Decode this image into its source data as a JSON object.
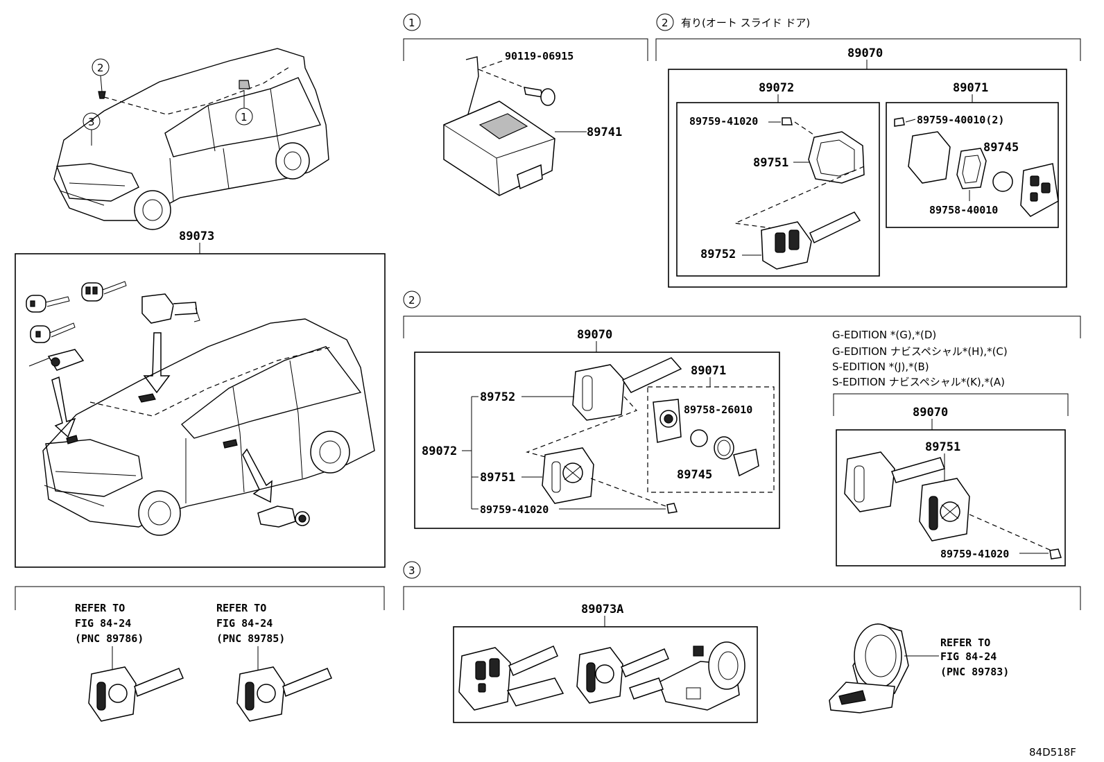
{
  "figure_code": "84D518F",
  "refs": {
    "r1": "1",
    "r2": "2",
    "r3": "3"
  },
  "header_right": "有り(オート スライド ドア)",
  "parts": {
    "p89073": "89073",
    "p90119": "90119-06915",
    "p89741": "89741",
    "top_89070": "89070",
    "top_89072": "89072",
    "top_89071": "89071",
    "top_89759a": "89759-41020",
    "top_89751": "89751",
    "top_89752": "89752",
    "top_89759b": "89759-40010(2)",
    "top_89745": "89745",
    "top_89758": "89758-40010",
    "mid_89070": "89070",
    "mid_89071": "89071",
    "mid_89752": "89752",
    "mid_89072": "89072",
    "mid_89751": "89751",
    "mid_89759": "89759-41020",
    "mid_89758": "89758-26010",
    "mid_89745": "89745",
    "right_89070": "89070",
    "right_89751": "89751",
    "right_89759": "89759-41020",
    "p89073A": "89073A"
  },
  "editions": [
    "G-EDITION *(G),*(D)",
    "G-EDITION ナビスペシャル*(H),*(C)",
    "S-EDITION *(J),*(B)",
    "S-EDITION ナビスペシャル*(K),*(A)"
  ],
  "refer_notes": {
    "left": [
      "REFER TO",
      "FIG 84-24",
      "(PNC 89786)"
    ],
    "middle": [
      "REFER TO",
      "FIG 84-24",
      "(PNC 89785)"
    ],
    "right": [
      "REFER TO",
      "FIG 84-24",
      "(PNC 89783)"
    ]
  }
}
